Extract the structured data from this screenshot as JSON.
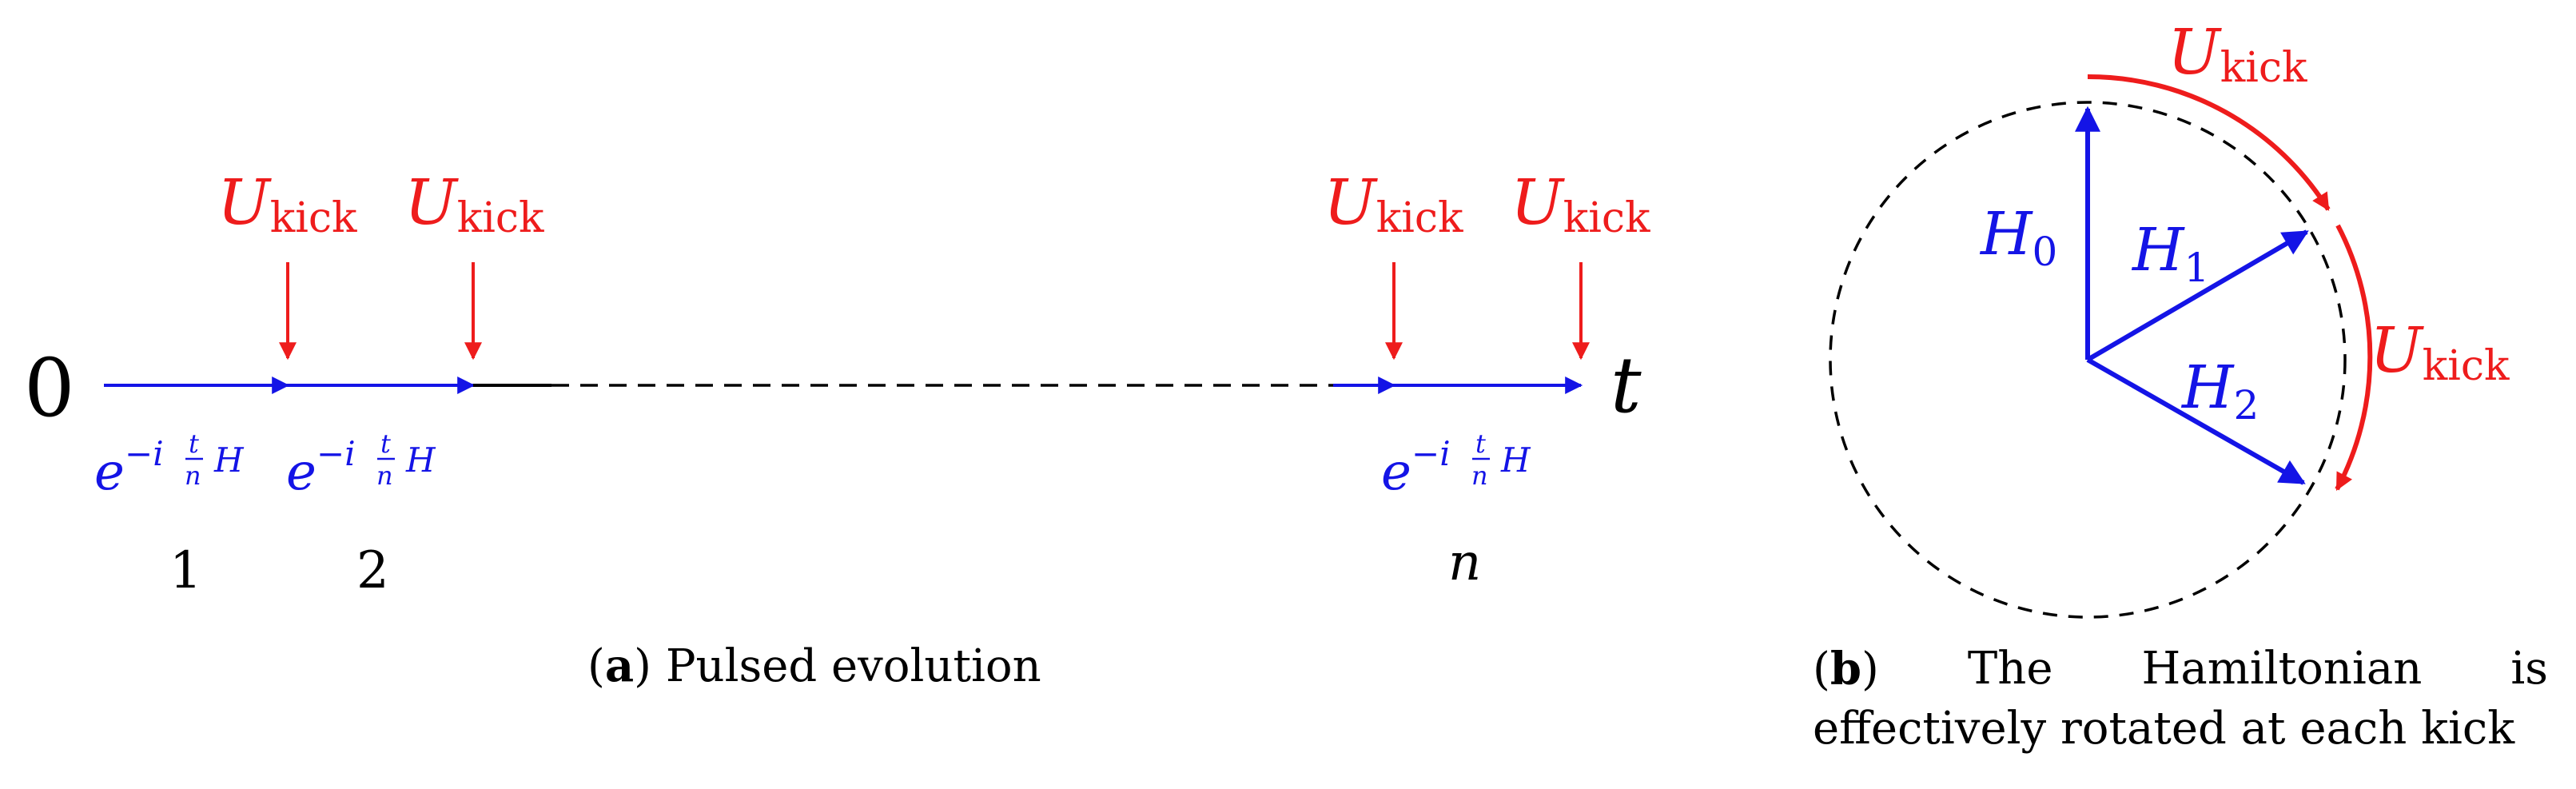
{
  "panel_a": {
    "start_label": "0",
    "end_label": "t",
    "kick_label_main": "U",
    "kick_label_sub": "kick",
    "evolution_label": {
      "base": "e",
      "exponent_prefix": "−i",
      "frac_num": "t",
      "frac_den": "n",
      "operator": "H"
    },
    "step_labels": [
      "1",
      "2",
      "n"
    ],
    "caption": {
      "tag": "a",
      "text": "Pulsed evolution"
    }
  },
  "panel_b": {
    "vectors": [
      {
        "main": "H",
        "sub": "0"
      },
      {
        "main": "H",
        "sub": "1"
      },
      {
        "main": "H",
        "sub": "2"
      }
    ],
    "kick_label_main": "U",
    "kick_label_sub": "kick",
    "caption": {
      "tag": "b",
      "line1_words": [
        "The",
        "Hamiltonian",
        "is"
      ],
      "line2": "effectively rotated at each kick"
    }
  },
  "colors": {
    "kick": "#ee1c1c",
    "evolution": "#1414e6",
    "axis": "#000000"
  }
}
